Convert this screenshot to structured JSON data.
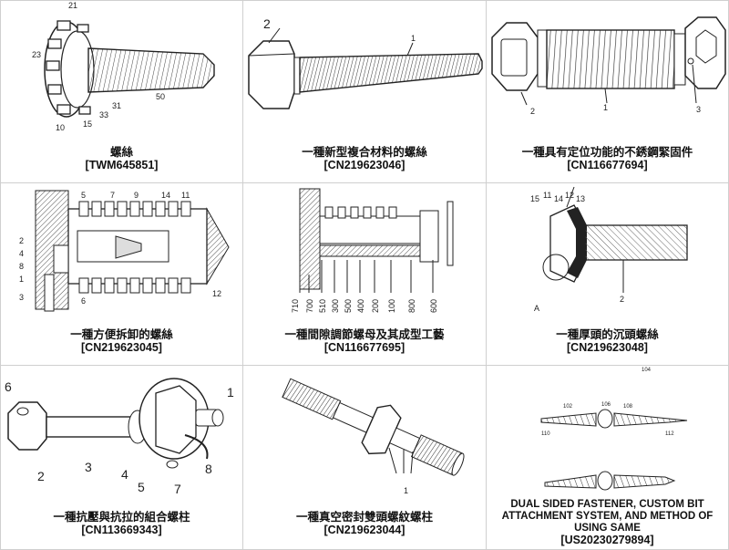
{
  "items": [
    {
      "title": "螺絲",
      "code": "[TWM645851]"
    },
    {
      "title": "一種新型複合材料的螺絲",
      "code": "[CN219623046]"
    },
    {
      "title": "一種具有定位功能的不銹鋼緊固件",
      "code": "[CN116677694]"
    },
    {
      "title": "一種方便拆卸的螺絲",
      "code": "[CN219623045]"
    },
    {
      "title": "一種間隙調節螺母及其成型工藝",
      "code": "[CN116677695]"
    },
    {
      "title": "一種厚頭的沉頭螺絲",
      "code": "[CN219623048]"
    },
    {
      "title": "一種抗壓與抗拉的組合螺柱",
      "code": "[CN113669343]"
    },
    {
      "title": "一種真空密封雙頭螺紋螺柱",
      "code": "[CN219623044]"
    },
    {
      "title": "DUAL SIDED FASTENER, CUSTOM BIT ATTACHMENT SYSTEM, AND METHOD OF USING SAME",
      "code": "[US20230279894]"
    }
  ],
  "labels": {
    "d1": [
      "21",
      "23",
      "50",
      "31",
      "33",
      "15",
      "10"
    ],
    "d2": [
      "2",
      "1"
    ],
    "d3": [
      "2",
      "1",
      "3"
    ],
    "d4": [
      "5",
      "7",
      "9",
      "14",
      "11",
      "2",
      "4",
      "8",
      "1",
      "3",
      "6",
      "12"
    ],
    "d5": [
      "710",
      "700",
      "510",
      "300",
      "500",
      "400",
      "200",
      "100",
      "800",
      "600"
    ],
    "d6": [
      "15",
      "11",
      "14",
      "12",
      "13",
      "2",
      "A"
    ],
    "d7": [
      "1",
      "6",
      "2",
      "3",
      "4",
      "5",
      "7",
      "8"
    ],
    "d8": [
      "1"
    ],
    "d9": [
      "104",
      "102",
      "106",
      "108",
      "110",
      "112"
    ]
  }
}
